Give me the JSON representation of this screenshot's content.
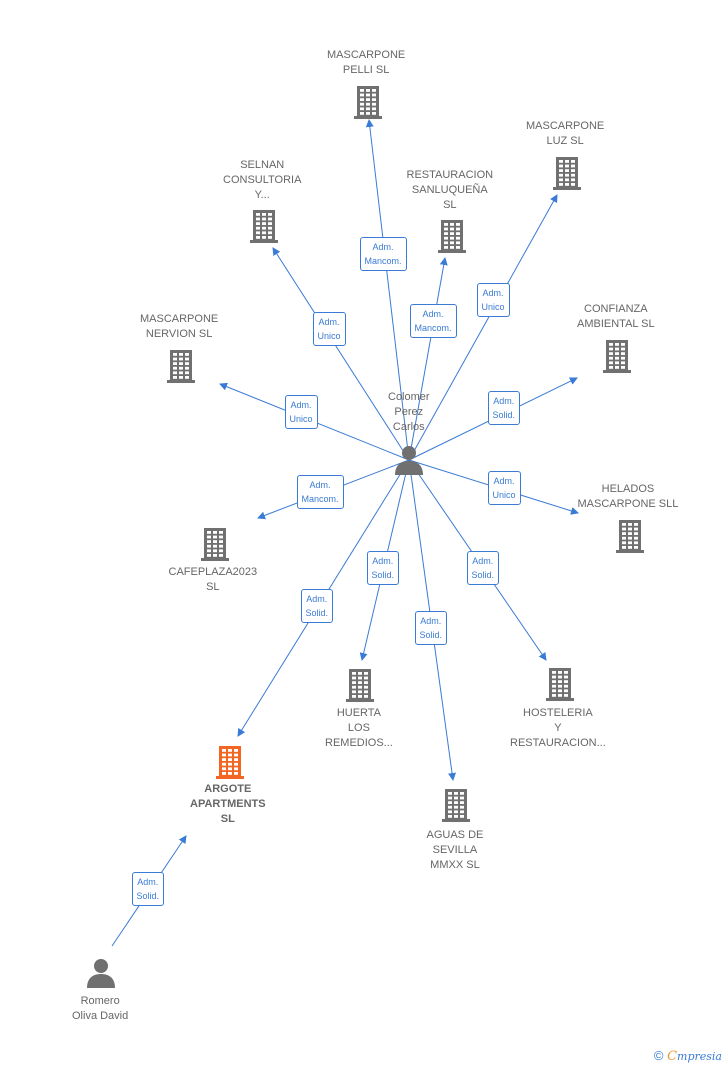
{
  "center_person": {
    "lines": [
      "Colomer",
      "Perez",
      "Carlos"
    ],
    "icon": "person-icon"
  },
  "secondary_person": {
    "lines": [
      "Romero",
      "Oliva David"
    ],
    "icon": "person-icon"
  },
  "companies": [
    {
      "id": "mascarpone-pelli",
      "lines": [
        "MASCARPONE",
        "PELLI  SL"
      ],
      "label_above": true
    },
    {
      "id": "mascarpone-luz",
      "lines": [
        "MASCARPONE",
        "LUZ  SL"
      ],
      "label_above": true
    },
    {
      "id": "selnan",
      "lines": [
        "SELNAN",
        "CONSULTORIA",
        "Y..."
      ],
      "label_above": true
    },
    {
      "id": "restauracion-sanluquena",
      "lines": [
        "RESTAURACION",
        "SANLUQUEÑA",
        "SL"
      ],
      "label_above": true
    },
    {
      "id": "mascarpone-nervion",
      "lines": [
        "MASCARPONE",
        "NERVION SL"
      ],
      "label_above": true
    },
    {
      "id": "confianza-ambiental",
      "lines": [
        "CONFIANZA",
        "AMBIENTAL  SL"
      ],
      "label_above": true
    },
    {
      "id": "helados-mascarpone",
      "lines": [
        "HELADOS",
        "MASCARPONE SLL"
      ],
      "label_above": true
    },
    {
      "id": "cafeplaza2023",
      "lines": [
        "CAFEPLAZA2023",
        "SL"
      ],
      "label_above": false
    },
    {
      "id": "huerta-los-remedios",
      "lines": [
        "HUERTA",
        "LOS",
        "REMEDIOS..."
      ],
      "label_above": false
    },
    {
      "id": "hosteleria-y-restauracion",
      "lines": [
        "HOSTELERIA",
        "Y",
        "RESTAURACION..."
      ],
      "label_above": false
    },
    {
      "id": "aguas-de-sevilla",
      "lines": [
        "AGUAS DE",
        "SEVILLA",
        "MMXX  SL"
      ],
      "label_above": false
    },
    {
      "id": "argote-apartments",
      "lines": [
        "ARGOTE",
        "APARTMENTS",
        "SL"
      ],
      "label_above": false,
      "highlight": true
    }
  ],
  "relations": [
    {
      "to": "mascarpone-pelli",
      "lines": [
        "Adm.",
        "Mancom."
      ]
    },
    {
      "to": "restauracion-sanluquena",
      "lines": [
        "Adm.",
        "Mancom."
      ]
    },
    {
      "to": "mascarpone-luz",
      "lines": [
        "Adm.",
        "Unico"
      ]
    },
    {
      "to": "selnan",
      "lines": [
        "Adm.",
        "Unico"
      ]
    },
    {
      "to": "mascarpone-nervion",
      "lines": [
        "Adm.",
        "Unico"
      ]
    },
    {
      "to": "confianza-ambiental",
      "lines": [
        "Adm.",
        "Solid."
      ]
    },
    {
      "to": "helados-mascarpone",
      "lines": [
        "Adm.",
        "Unico"
      ]
    },
    {
      "to": "cafeplaza2023",
      "lines": [
        "Adm.",
        "Mancom."
      ]
    },
    {
      "to": "huerta-los-remedios",
      "lines": [
        "Adm.",
        "Solid."
      ]
    },
    {
      "to": "hosteleria-y-restauracion",
      "lines": [
        "Adm.",
        "Solid."
      ]
    },
    {
      "to": "aguas-de-sevilla",
      "lines": [
        "Adm.",
        "Solid."
      ]
    },
    {
      "to": "argote-apartments",
      "lines": [
        "Adm.",
        "Solid."
      ]
    },
    {
      "from": "secondary",
      "to": "argote-apartments",
      "lines": [
        "Adm.",
        "Solid."
      ]
    }
  ],
  "colors": {
    "edge": "#3a7bd5",
    "building": "#707070",
    "highlight": "#f26522",
    "label": "#666666"
  },
  "footer": {
    "copyright": "©",
    "brand_initial": "C",
    "brand_rest": "mpresia"
  }
}
